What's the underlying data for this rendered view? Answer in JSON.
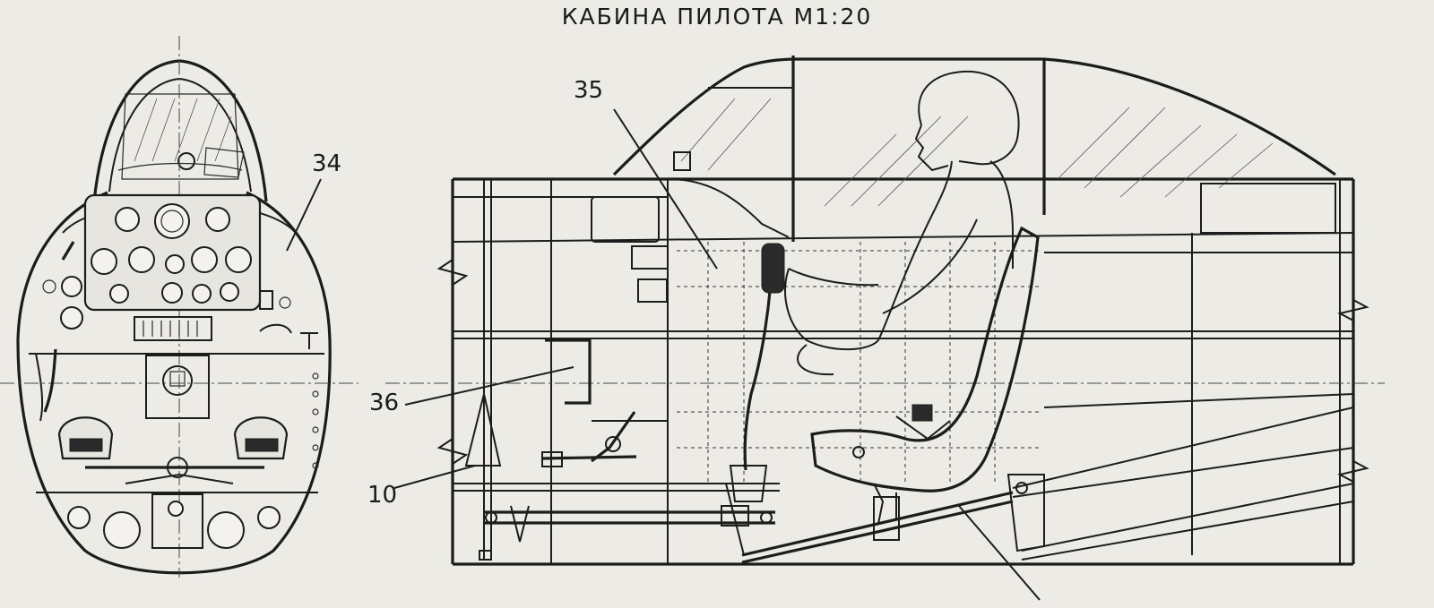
{
  "title": "КАБИНА ПИЛОТА М1:20",
  "callouts": {
    "c34": "34",
    "c35": "35",
    "c36": "36",
    "c10": "10"
  }
}
